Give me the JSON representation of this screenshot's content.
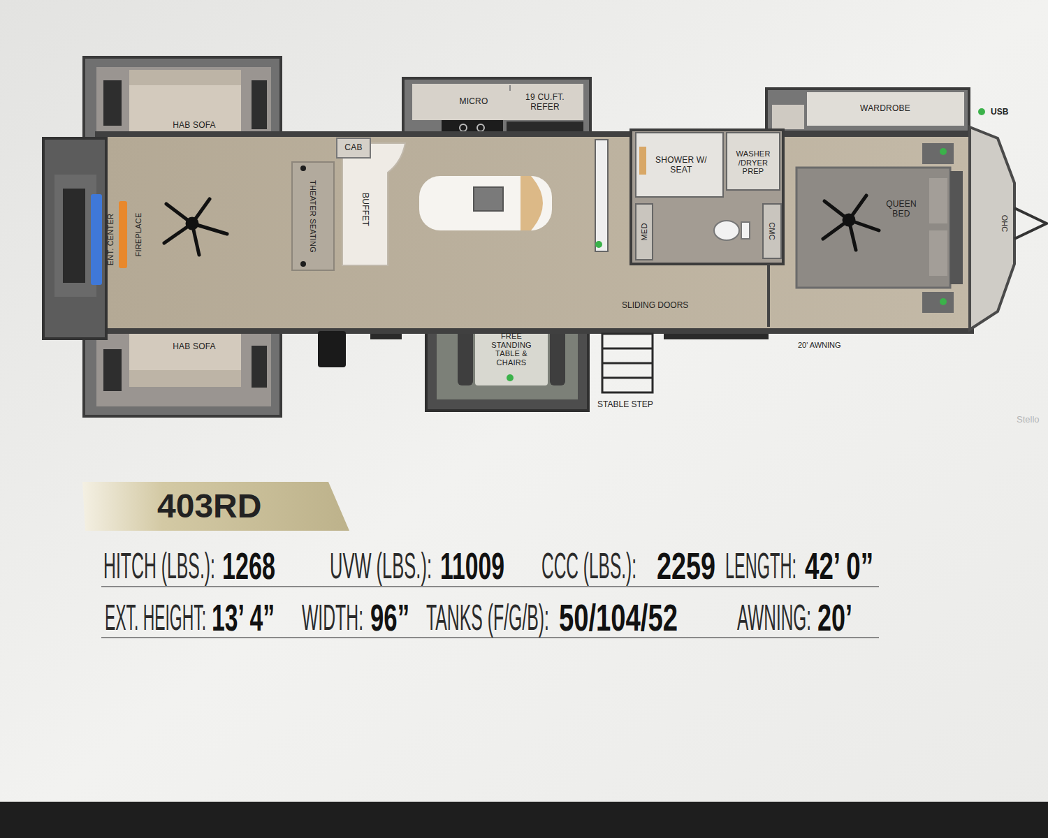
{
  "diagram": {
    "title": "403RD",
    "nodes": [
      {
        "text": [
          "HAB SOFA"
        ]
      },
      {
        "text": [
          "HAB SOFA"
        ]
      },
      {
        "text": [
          "ENT. CENTER"
        ]
      },
      {
        "text": [
          "FIREPLACE"
        ]
      },
      {
        "text": [
          "CAB"
        ]
      },
      {
        "text": [
          "THEATER SEATING"
        ]
      },
      {
        "text": [
          "BUFFET"
        ]
      },
      {
        "text": [
          "MICRO"
        ]
      },
      {
        "text": [
          "19 CU.FT. REFER"
        ]
      },
      {
        "text": [
          "SHOWER W/ SEAT"
        ]
      },
      {
        "text": [
          "WASHER /DRYER PREP"
        ]
      },
      {
        "text": [
          "MED"
        ]
      },
      {
        "text": [
          "CMC"
        ]
      },
      {
        "text": [
          "WARDROBE"
        ]
      },
      {
        "text": [
          "QUEEN BED"
        ]
      },
      {
        "text": [
          "FREE STANDING TABLE & CHAIRS"
        ]
      }
    ],
    "labels": [
      "USB",
      "OHC",
      "SLIDING DOORS",
      "20' AWNING",
      "STABLE STEP",
      "Stello",
      "HITCH (LBS.):",
      "1268",
      "UVW (LBS.):",
      "11009",
      "CCC (LBS.):",
      "2259",
      "LENGTH:",
      "42’ 0”",
      "EXT. HEIGHT:",
      "13’ 4”",
      "WIDTH:",
      "96”",
      "TANKS (F/G/B):",
      "50/104/52",
      "AWNING:",
      "20’"
    ]
  }
}
